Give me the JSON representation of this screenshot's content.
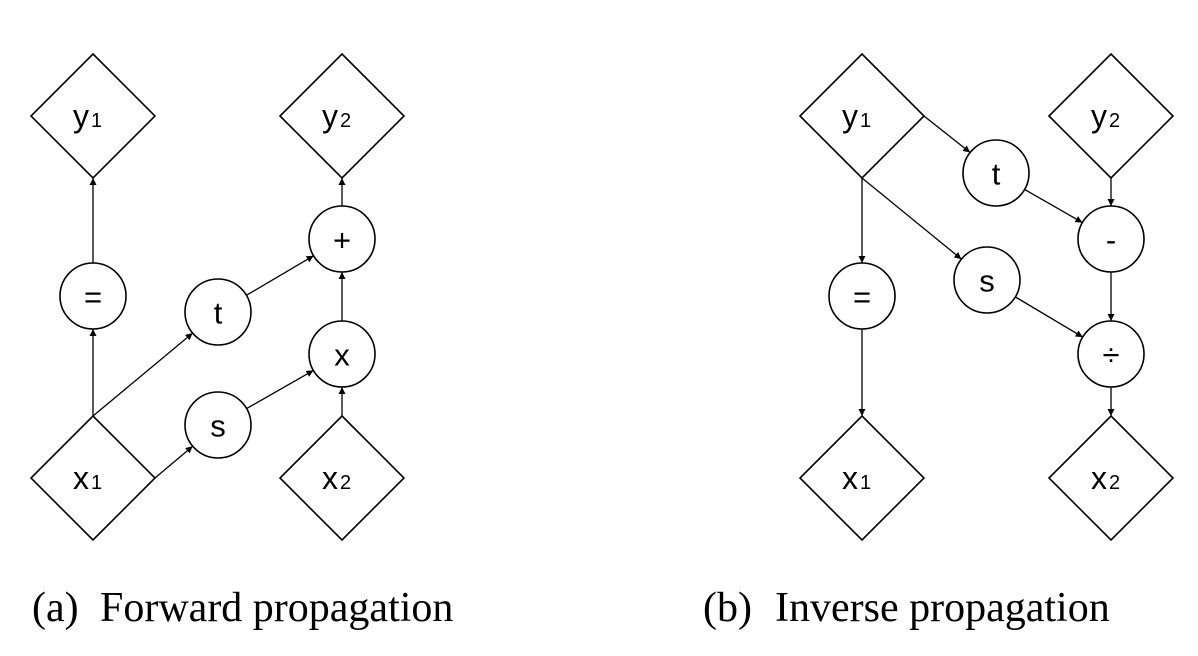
{
  "panels": [
    {
      "id": "forward",
      "caption_tag": "(a)",
      "caption_text": "Forward propagation",
      "variables": [
        {
          "id": "y1",
          "main": "y",
          "sub": "1"
        },
        {
          "id": "y2",
          "main": "y",
          "sub": "2"
        },
        {
          "id": "x1",
          "main": "x",
          "sub": "1"
        },
        {
          "id": "x2",
          "main": "x",
          "sub": "2"
        }
      ],
      "operations": [
        {
          "id": "eq",
          "label": "="
        },
        {
          "id": "t",
          "label": "t"
        },
        {
          "id": "s",
          "label": "s"
        },
        {
          "id": "plus",
          "label": "+"
        },
        {
          "id": "mul",
          "label": "x"
        }
      ],
      "edges": [
        {
          "from": "x1",
          "to": "eq"
        },
        {
          "from": "eq",
          "to": "y1"
        },
        {
          "from": "x1",
          "to": "t"
        },
        {
          "from": "x1",
          "to": "s"
        },
        {
          "from": "t",
          "to": "plus"
        },
        {
          "from": "s",
          "to": "mul"
        },
        {
          "from": "x2",
          "to": "mul"
        },
        {
          "from": "mul",
          "to": "plus"
        },
        {
          "from": "plus",
          "to": "y2"
        }
      ]
    },
    {
      "id": "inverse",
      "caption_tag": "(b)",
      "caption_text": "Inverse propagation",
      "variables": [
        {
          "id": "y1",
          "main": "y",
          "sub": "1"
        },
        {
          "id": "y2",
          "main": "y",
          "sub": "2"
        },
        {
          "id": "x1",
          "main": "x",
          "sub": "1"
        },
        {
          "id": "x2",
          "main": "x",
          "sub": "2"
        }
      ],
      "operations": [
        {
          "id": "t",
          "label": "t"
        },
        {
          "id": "minus",
          "label": "-"
        },
        {
          "id": "eq",
          "label": "="
        },
        {
          "id": "s",
          "label": "s"
        },
        {
          "id": "div",
          "label": "÷"
        }
      ],
      "edges": [
        {
          "from": "y1",
          "to": "t"
        },
        {
          "from": "y1",
          "to": "eq"
        },
        {
          "from": "y1",
          "to": "s"
        },
        {
          "from": "eq",
          "to": "x1"
        },
        {
          "from": "y2",
          "to": "minus"
        },
        {
          "from": "t",
          "to": "minus"
        },
        {
          "from": "minus",
          "to": "div"
        },
        {
          "from": "s",
          "to": "div"
        },
        {
          "from": "div",
          "to": "x2"
        }
      ]
    }
  ]
}
